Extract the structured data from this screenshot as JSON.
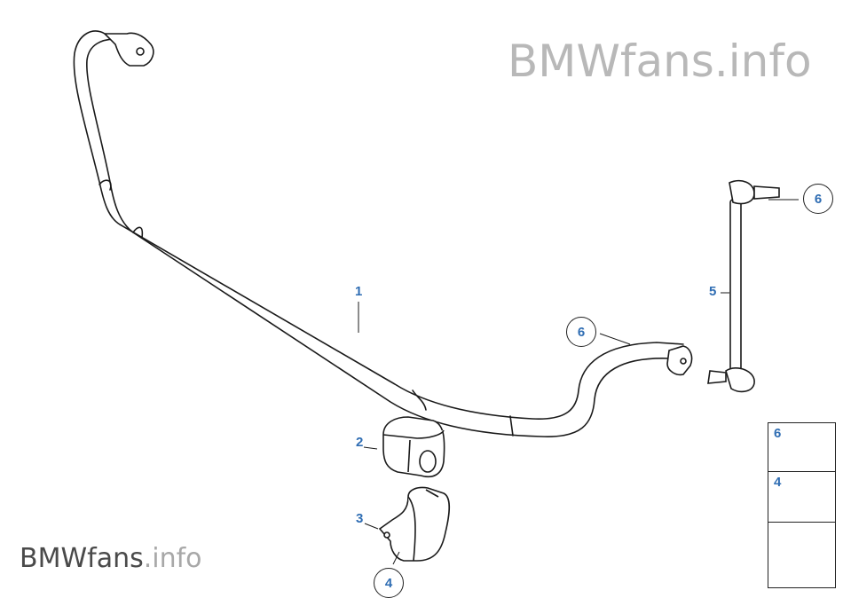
{
  "watermark": {
    "top_right": {
      "brand": "BMWfans",
      "tld": ".info"
    },
    "bottom_left": {
      "brand": "BMWfans",
      "tld": ".info"
    }
  },
  "parts": {
    "p1": "1",
    "p2": "2",
    "p3": "3",
    "p5": "5"
  },
  "callouts": {
    "c6_top": "6",
    "c6_mid": "6",
    "c4_bottom": "4"
  },
  "legend": {
    "item_nut_a": "6",
    "item_nut_b": "4"
  },
  "colors": {
    "label_blue": "#2f6db3",
    "line": "#1a1a1a",
    "watermark_grey": "#b8b8b8"
  }
}
